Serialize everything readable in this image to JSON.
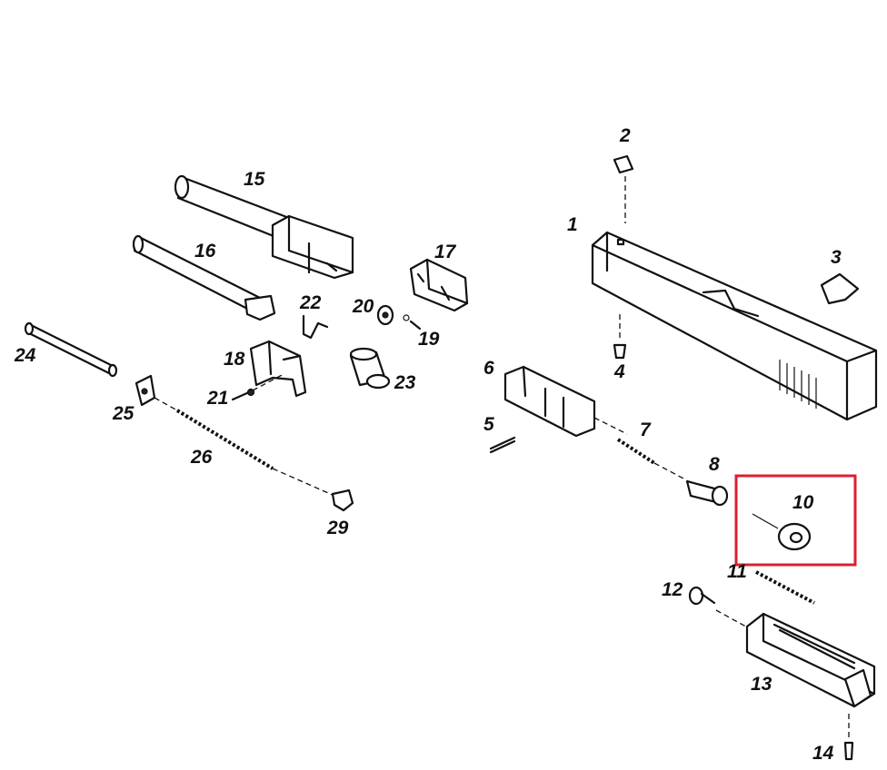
{
  "labels": {
    "p1": "1",
    "p2": "2",
    "p3": "3",
    "p4": "4",
    "p5": "5",
    "p6": "6",
    "p7": "7",
    "p8": "8",
    "p10": "10",
    "p11": "11",
    "p12": "12",
    "p13": "13",
    "p14": "14",
    "p15": "15",
    "p16": "16",
    "p17": "17",
    "p18": "18",
    "p19": "19",
    "p20": "20",
    "p21": "21",
    "p22": "22",
    "p23": "23",
    "p24": "24",
    "p25": "25",
    "p26": "26",
    "p29": "29"
  },
  "highlight": {
    "part": "10",
    "color": "#dc1f2e"
  }
}
